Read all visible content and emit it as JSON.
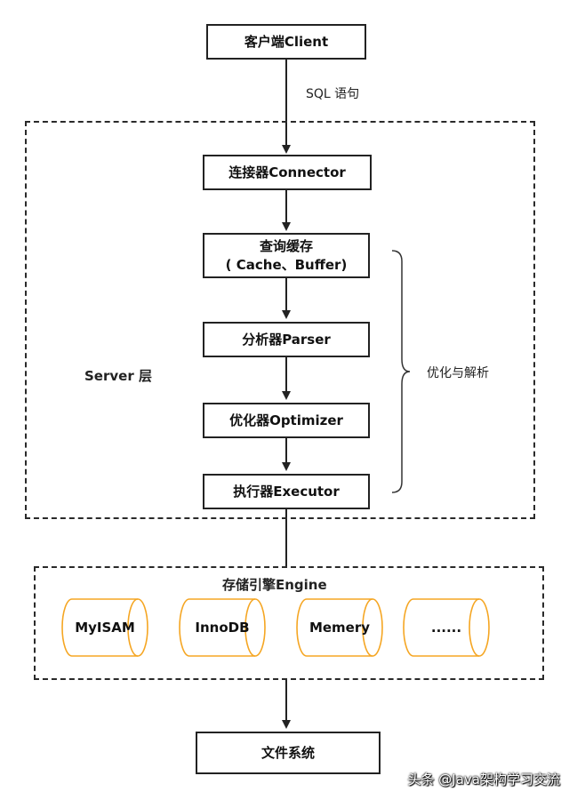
{
  "nodes": {
    "client": "客户端Client",
    "connector": "连接器Connector",
    "cache_line1": "查询缓存",
    "cache_line2": "( Cache、Buffer)",
    "parser": "分析器Parser",
    "optimizer": "优化器Optimizer",
    "executor": "执行器Executor",
    "filesystem": "文件系统"
  },
  "labels": {
    "sql": "SQL 语句",
    "server_layer": "Server 层",
    "optimize_parse": "优化与解析",
    "storage_engine": "存储引擎Engine"
  },
  "engines": [
    "MyISAM",
    "InnoDB",
    "Memery",
    "......"
  ],
  "watermark": "头条 @Java架构学习交流",
  "colors": {
    "box_border": "#222222",
    "cylinder_stroke": "#F5A623",
    "arrow": "#222222"
  }
}
